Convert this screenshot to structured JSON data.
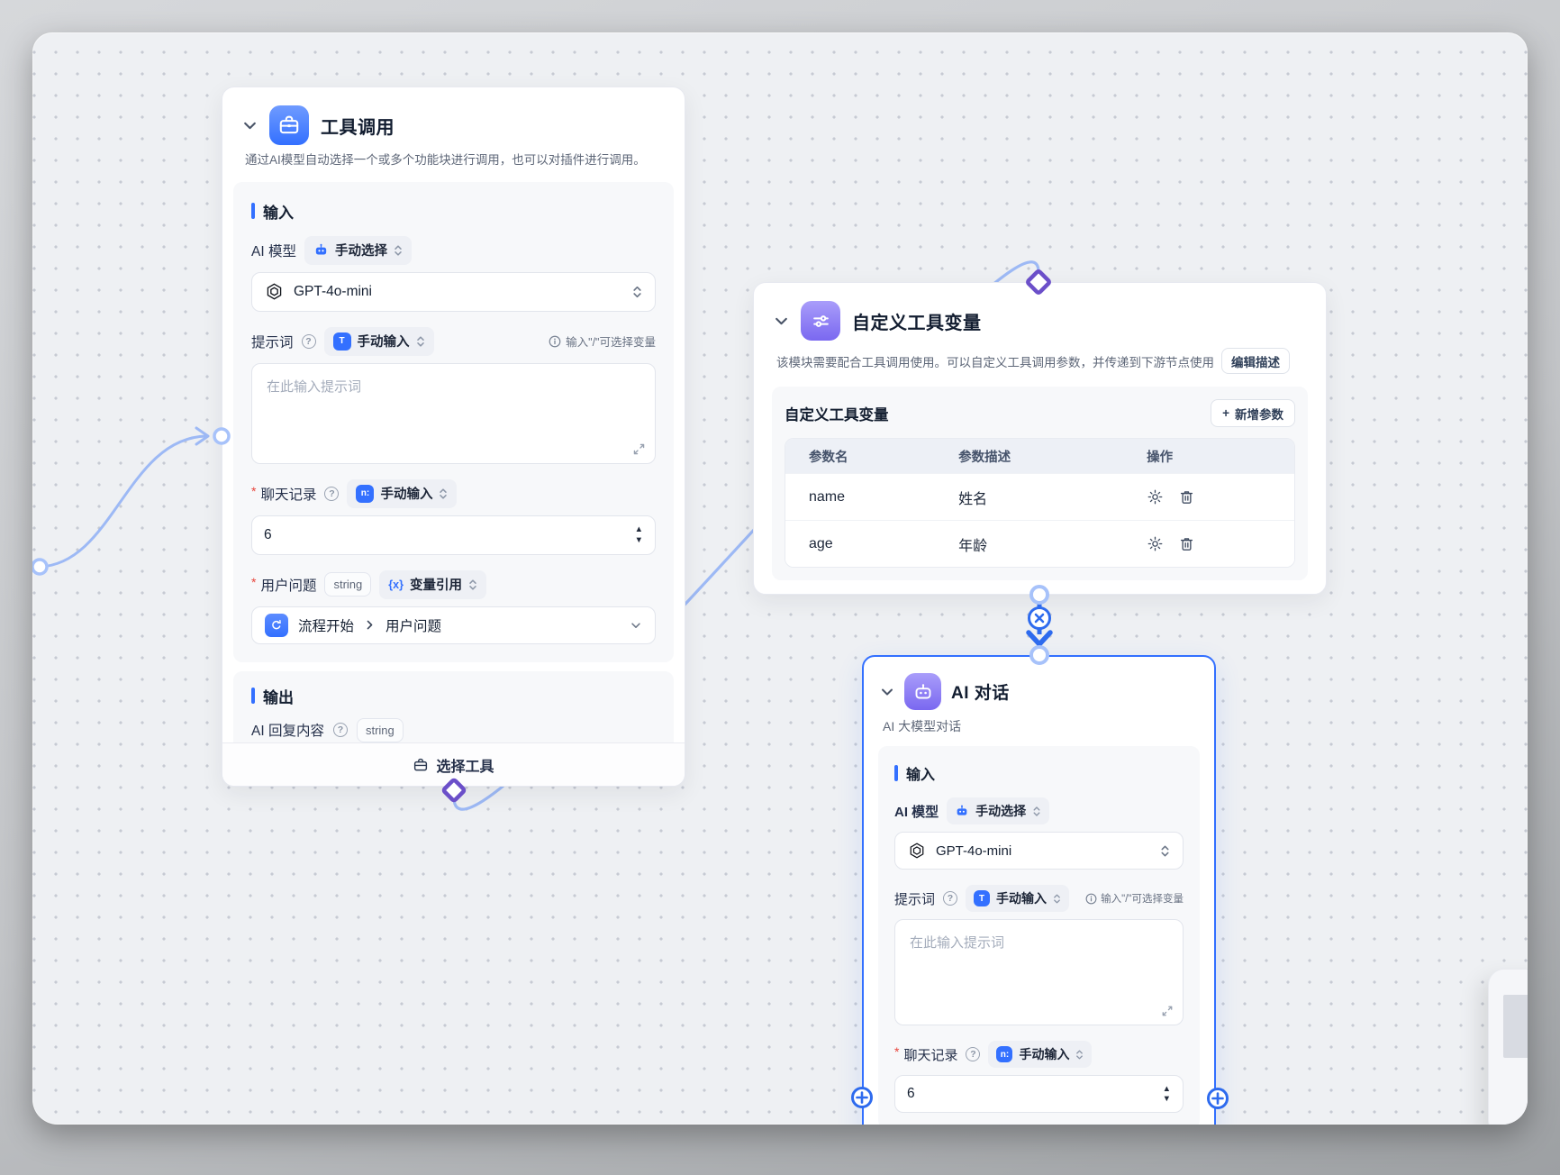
{
  "colors": {
    "accent": "#3370FF",
    "node_icon_purple": "#8474F2",
    "edge": "#9DB9F5",
    "connector": "#2E6BEE",
    "diamond_port": "#6B4FC9",
    "required": "#E8453C"
  },
  "icons": {
    "tool_node": "briefcase-icon",
    "custom_vars_node": "sliders-icon",
    "ai_chat_node": "robot-icon",
    "model_provider": "openai-logo",
    "manual_select": "robot-mini-icon",
    "manual_input_text": "text-input-icon",
    "manual_input_number": "number-input-icon",
    "variable_ref": "curly-x-icon",
    "flow_start": "circular-arrow-icon"
  },
  "nodes": {
    "tool_call": {
      "title": "工具调用",
      "description": "通过AI模型自动选择一个或多个功能块进行调用，也可以对插件进行调用。",
      "section_input": "输入",
      "ai_model_label": "AI 模型",
      "ai_model_mode": "手动选择",
      "model_value": "GPT-4o-mini",
      "prompt_label": "提示词",
      "prompt_mode": "手动输入",
      "prompt_hint": "输入\"/\"可选择变量",
      "prompt_placeholder": "在此输入提示词",
      "history_label": "聊天记录",
      "history_mode": "手动输入",
      "history_value": "6",
      "question_label": "用户问题",
      "question_type": "string",
      "question_mode": "变量引用",
      "ref_node": "流程开始",
      "ref_field": "用户问题",
      "section_output": "输出",
      "output_label": "AI 回复内容",
      "output_type": "string",
      "footer_button": "选择工具"
    },
    "custom_vars": {
      "title": "自定义工具变量",
      "description": "该模块需要配合工具调用使用。可以自定义工具调用参数，并传递到下游节点使用",
      "edit_button": "编辑描述",
      "panel_title": "自定义工具变量",
      "add_button": "新增参数",
      "add_plus": "+",
      "col_name": "参数名",
      "col_desc": "参数描述",
      "col_ops": "操作",
      "rows": [
        {
          "param": "name",
          "desc": "姓名"
        },
        {
          "param": "age",
          "desc": "年龄"
        }
      ]
    },
    "ai_chat": {
      "title": "AI 对话",
      "subtitle": "AI 大模型对话",
      "section_input": "输入",
      "ai_model_label": "AI 模型",
      "ai_model_mode": "手动选择",
      "model_value": "GPT-4o-mini",
      "prompt_label": "提示词",
      "prompt_mode": "手动输入",
      "prompt_hint": "输入\"/\"可选择变量",
      "prompt_placeholder": "在此输入提示词",
      "history_label": "聊天记录",
      "history_mode": "手动输入",
      "history_value": "6"
    }
  }
}
